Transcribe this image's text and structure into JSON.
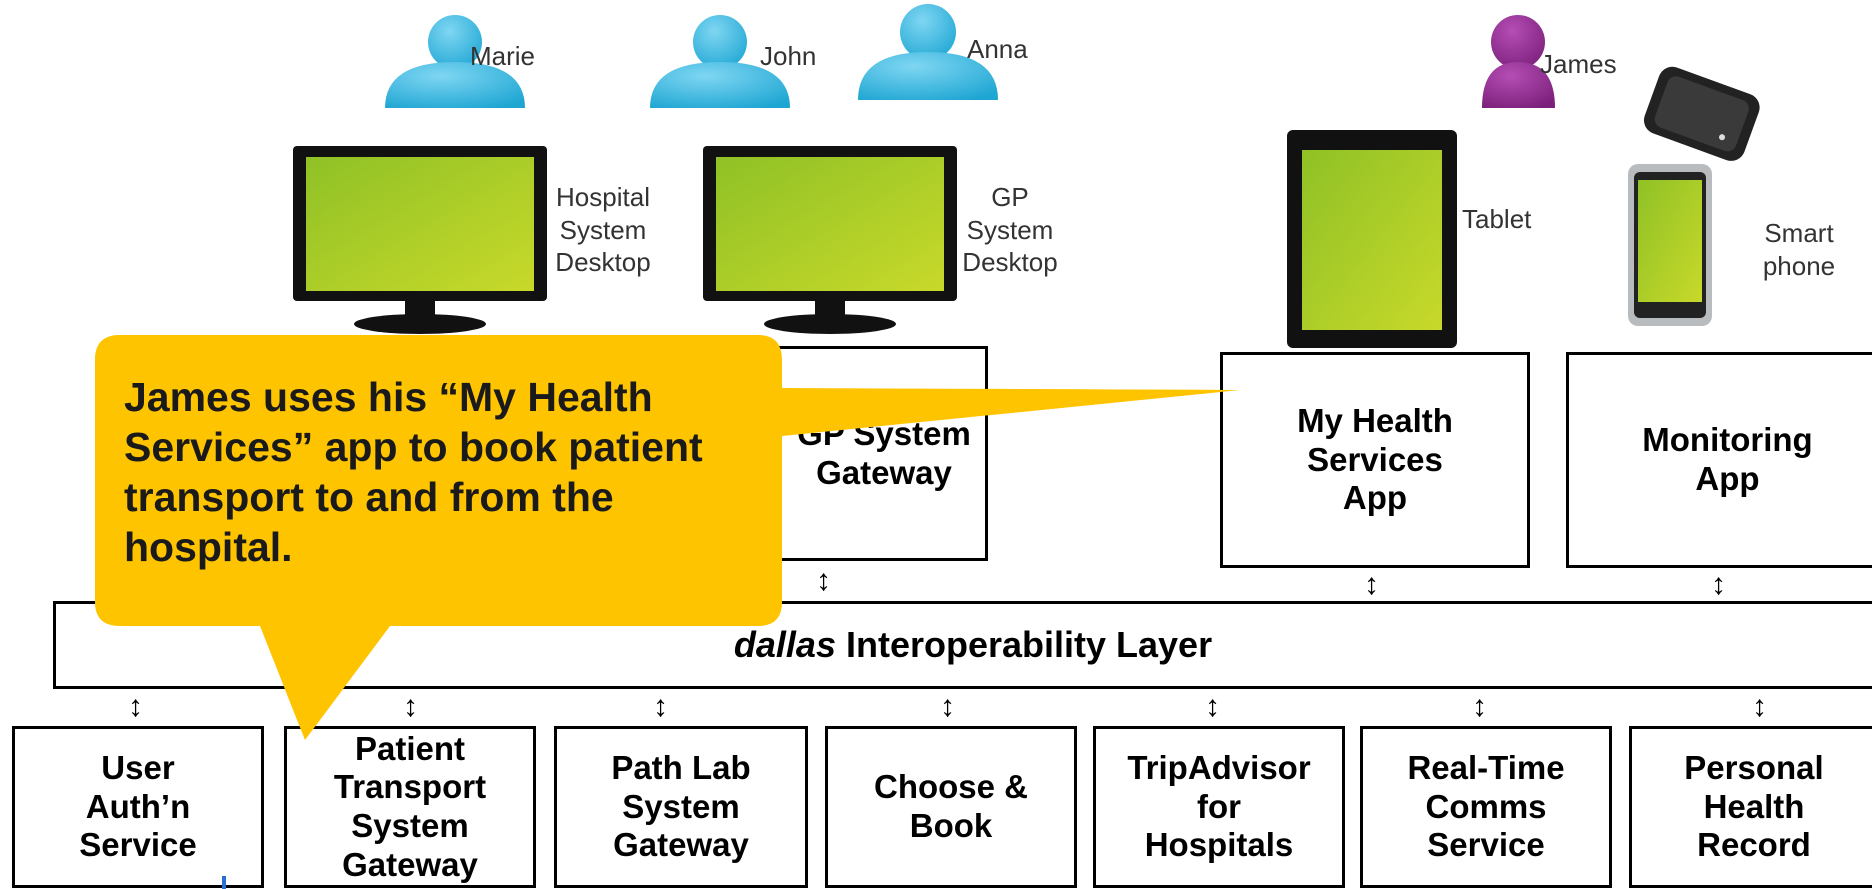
{
  "users": {
    "marie": "Marie",
    "john": "John",
    "anna": "Anna",
    "james": "James"
  },
  "devices": {
    "hospital_desktop": "Hospital\nSystem\nDesktop",
    "gp_desktop": "GP\nSystem\nDesktop",
    "tablet": "Tablet",
    "smartphone": "Smart\nphone"
  },
  "apps": {
    "gp_gateway": "GP System\nGateway",
    "my_health": "My Health\nServices\nApp",
    "monitoring": "Monitoring\nApp"
  },
  "layer": {
    "emph": "dallas",
    "rest": "Interoperability Layer"
  },
  "services": [
    "User\nAuth’n\nService",
    "Patient\nTransport\nSystem\nGateway",
    "Path Lab\nSystem\nGateway",
    "Choose &\nBook",
    "TripAdvisor\nfor\nHospitals",
    "Real-Time\nComms\nService",
    "Personal\nHealth\nRecord"
  ],
  "callout": {
    "text": "James uses his “My Health Services” app to book patient transport to and from the hospital."
  },
  "arrow_glyph": "↕",
  "colors": {
    "person_blue": "#3bb8e0",
    "person_purple": "#8e2a8e",
    "screen_green": "#a8cc2a",
    "callout": "#ffc000"
  }
}
